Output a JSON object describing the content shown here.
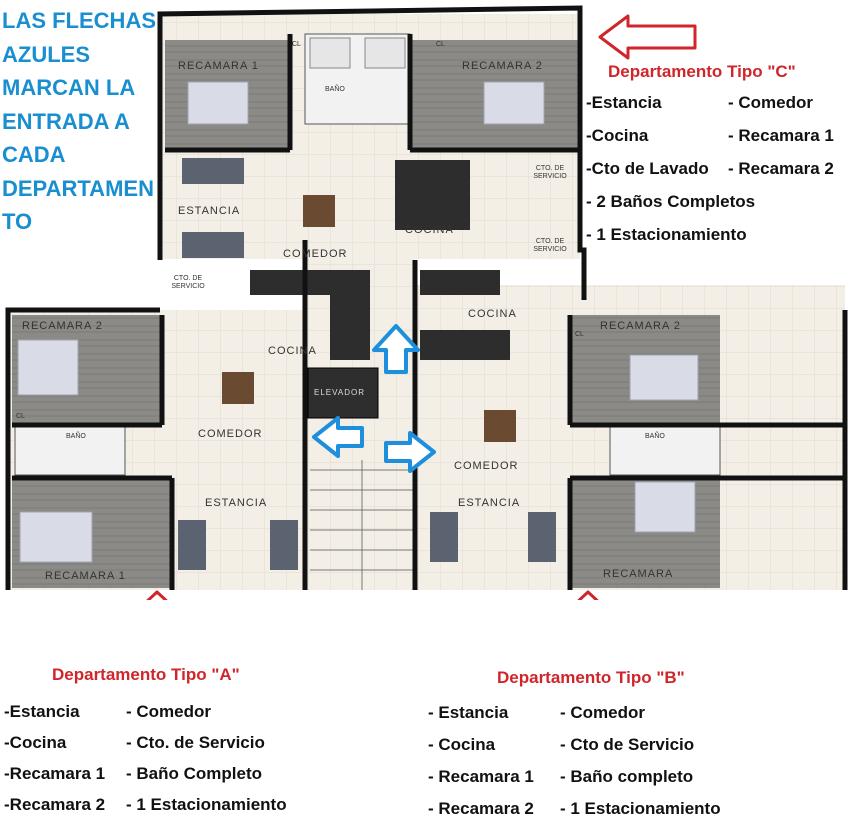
{
  "note": {
    "lines": [
      "LAS FLECHAS",
      "AZULES",
      "MARCAN LA",
      "ENTRADA A",
      "CADA",
      "DEPARTAMEN",
      "TO"
    ]
  },
  "rooms": {
    "recamara_1": "RECAMARA 1",
    "recamara_2": "RECAMARA 2",
    "recamara": "RECAMARA",
    "estancia": "ESTANCIA",
    "comedor": "COMEDOR",
    "cocina": "COCINA",
    "elevador": "ELEVADOR",
    "bano": "BAÑO",
    "cto_servicio": "CTO. DE SERVICIO",
    "cl": "CL"
  },
  "tipo_c": {
    "title": "Departamento Tipo \"C\"",
    "col1": [
      "-Estancia",
      "-Cocina",
      "-Cto de Lavado",
      "- 2 Baños Completos",
      "- 1 Estacionamiento"
    ],
    "col2": [
      "- Comedor",
      "- Recamara 1",
      "- Recamara 2"
    ]
  },
  "tipo_a": {
    "title": "Departamento Tipo \"A\"",
    "col1": [
      "-Estancia",
      "-Cocina",
      "-Recamara 1",
      "-Recamara 2"
    ],
    "col2": [
      "- Comedor",
      "- Cto. de Servicio",
      "- Baño Completo",
      "- 1 Estacionamiento"
    ]
  },
  "tipo_b": {
    "title": "Departamento Tipo \"B\"",
    "col1": [
      "- Estancia",
      "- Cocina",
      "- Recamara 1",
      "- Recamara 2"
    ],
    "col2": [
      "- Comedor",
      "- Cto de Servicio",
      "- Baño completo",
      "- 1 Estacionamiento"
    ]
  },
  "colors": {
    "entry_arrow": "#1e8fdc",
    "unit_arrow": "#d0262b",
    "title_red": "#d0262b",
    "note_blue": "#1a8fd0"
  }
}
